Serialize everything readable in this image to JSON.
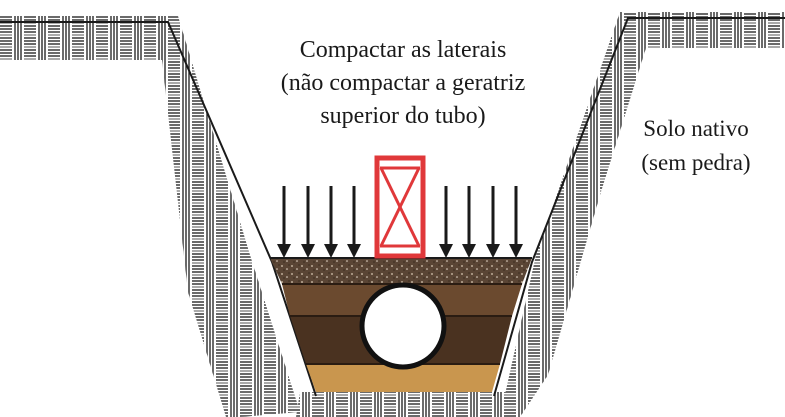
{
  "labels": {
    "compaction_lines": [
      "Compactar as laterais",
      "(não compactar a geratriz",
      "superior do tubo)"
    ],
    "native_soil_lines": [
      "Solo nativo",
      "(sem pedra)"
    ]
  },
  "colors": {
    "soil_hatch": "#2b2b2b",
    "bedding_top": "#5a4535",
    "backfill_mid": "#6b4a2f",
    "backfill_low": "#4a3220",
    "base_sand": "#c9964e",
    "compactor": "#e0383a",
    "pipe": "#ffffff",
    "pipe_outline": "#111111",
    "arrows": "#1a1a1a"
  },
  "icons": [
    "down-arrow-icon",
    "compactor-icon",
    "pipe-icon"
  ]
}
